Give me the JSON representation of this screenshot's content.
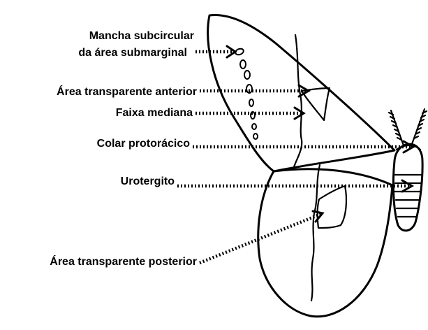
{
  "labels": {
    "mancha_line1": "Mancha subcircular",
    "mancha_line2": "da área submarginal",
    "area_anterior": "Área transparente anterior",
    "faixa_mediana": "Faixa mediana",
    "colar": "Colar protorácico",
    "urotergito": "Urotergito",
    "area_posterior": "Área transparente posterior"
  },
  "colors": {
    "ink": "#000000",
    "background": "#ffffff"
  }
}
